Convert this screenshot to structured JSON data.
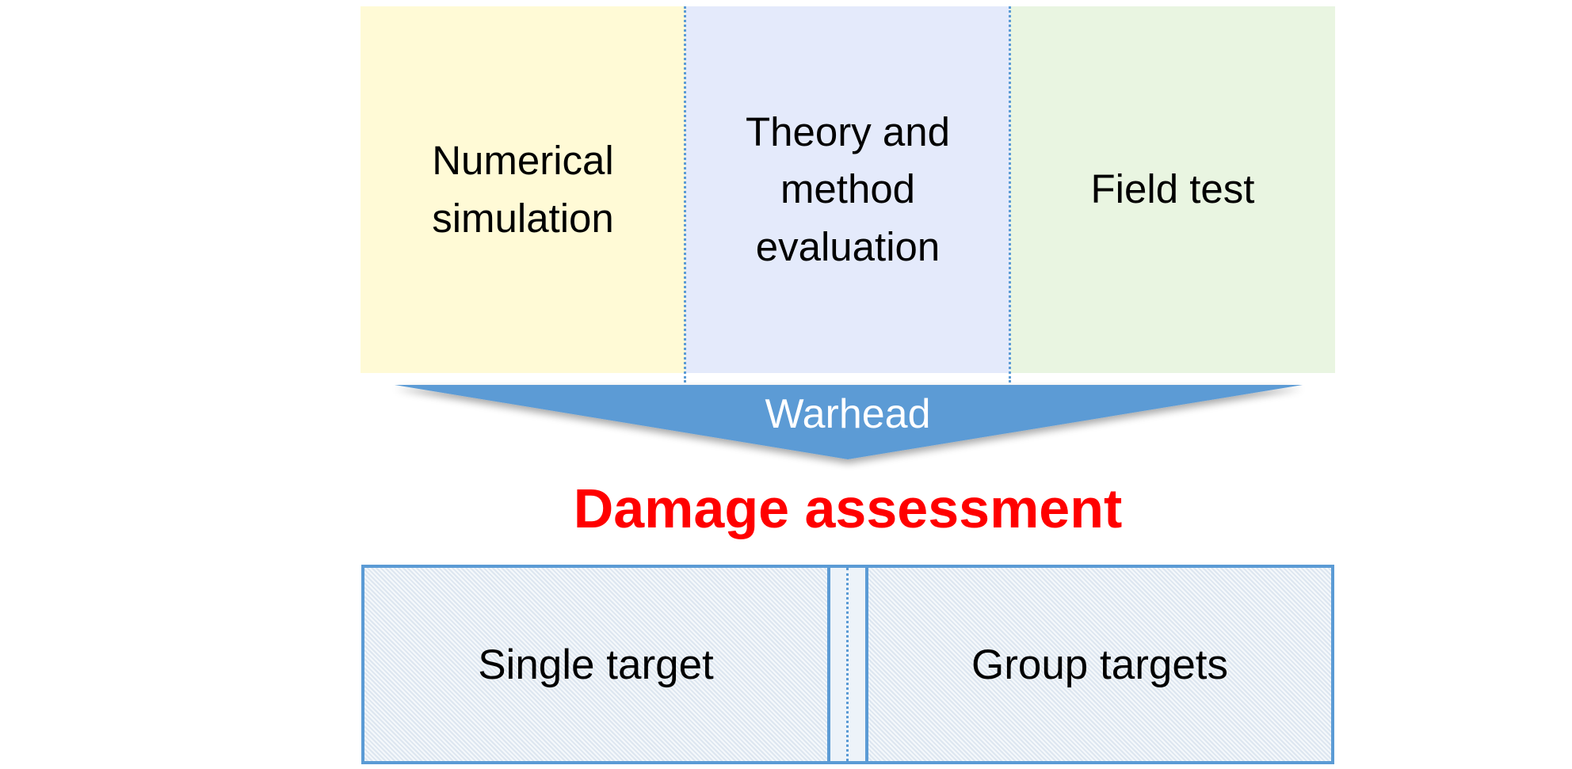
{
  "sources": [
    {
      "id": "numerical",
      "lines": [
        "Numerical",
        "simulation"
      ],
      "color": "#fffad6"
    },
    {
      "id": "theory",
      "lines": [
        "Theory and",
        "method",
        "evaluation"
      ],
      "color": "#e4eafb"
    },
    {
      "id": "field",
      "lines": [
        "Field test"
      ],
      "color": "#e9f5e1"
    }
  ],
  "arrow": {
    "label": "Warhead",
    "color": "#5b9bd5"
  },
  "title": {
    "text": "Damage assessment",
    "color": "#ff0000"
  },
  "targets": {
    "single": "Single target",
    "group": "Group targets",
    "border_color": "#5b9bd5"
  }
}
